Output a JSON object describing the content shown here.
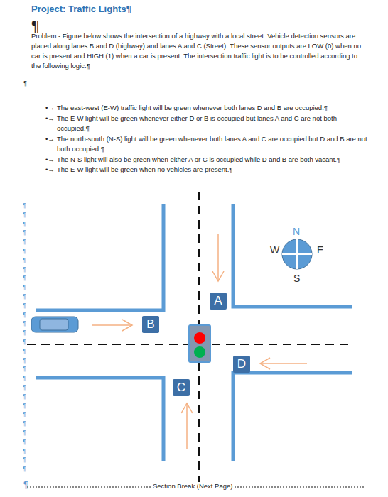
{
  "diagram": {
    "title": "Project: Traffic Lights¶",
    "nodes": [
      {
        "text": [
          "A"
        ]
      },
      {
        "text": [
          "B"
        ]
      },
      {
        "text": [
          "C"
        ]
      },
      {
        "text": [
          "D"
        ]
      }
    ],
    "labels": [
      "¶",
      "Problem - Figure below shows the intersection of a highway with a local street. Vehicle detection sensors are placed along lanes B and D (highway) and lanes A and C (Street). These sensor outputs are LOW (0) when no car is present and HIGH (1) when a car is present. The intersection traffic light is to be controlled according to the following logic:¶",
      "¶",
      "•→",
      "The east-west (E-W) traffic light will be green whenever both lanes D and B are occupied.¶",
      "•→",
      "The E-W light will be green whenever either D or B is occupied but lanes A and C are not both occupied.¶",
      "•→",
      "The north-south (N-S) light will be green whenever both lanes A and C are occupied but D and B are not both occupied.¶",
      "•→",
      "The N-S light will also be green when either A or C is occupied while D and B are both vacant.¶",
      "•→",
      "The E-W light will be green when no vehicles are present.¶",
      "N",
      "W",
      "E",
      "S",
      "¶",
      "¶",
      "¶",
      "¶",
      "¶",
      "¶",
      "¶",
      "¶",
      "¶",
      "¶",
      "¶",
      "¶",
      "¶",
      "¶",
      "¶",
      "¶",
      "¶",
      "¶",
      "¶",
      "¶",
      "¶",
      "¶",
      "¶",
      "¶",
      "¶",
      "¶",
      "¶",
      "¶",
      "¶",
      "¶",
      "¶",
      "Section Break (Next Page)"
    ]
  }
}
